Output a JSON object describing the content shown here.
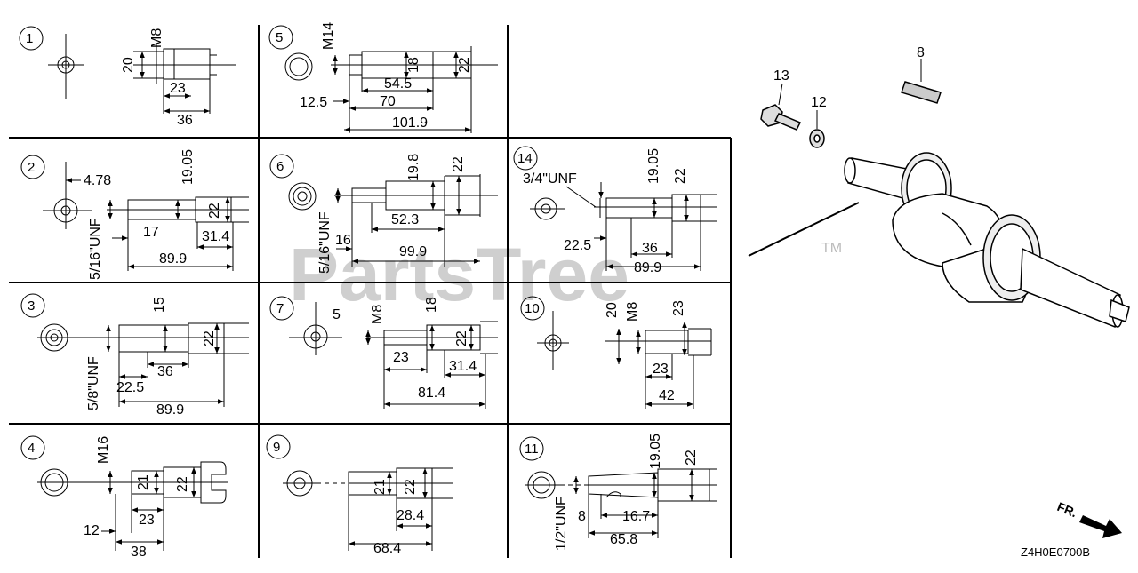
{
  "watermark": {
    "text": "PartsTree",
    "tm": "TM"
  },
  "diagram_code": "Z4H0E0700B",
  "front_indicator": "FR.",
  "callouts": {
    "p8": "8",
    "p12": "12",
    "p13": "13"
  },
  "panels": [
    {
      "id": "1",
      "dims": [
        "M8",
        "20",
        "23",
        "36"
      ]
    },
    {
      "id": "5",
      "dims": [
        "M14",
        "18",
        "22",
        "54.5",
        "12.5",
        "70",
        "101.9"
      ]
    },
    {
      "id": "2",
      "dims": [
        "4.78",
        "19.05",
        "22",
        "17",
        "31.4",
        "89.9",
        "5/16\"UNF"
      ]
    },
    {
      "id": "6",
      "dims": [
        "19.8",
        "22",
        "52.3",
        "16",
        "99.9",
        "5/16\"UNF"
      ]
    },
    {
      "id": "14",
      "dims": [
        "3/4\"UNF",
        "19.05",
        "22",
        "22.5",
        "36",
        "89.9"
      ]
    },
    {
      "id": "3",
      "dims": [
        "15",
        "22",
        "36",
        "22.5",
        "89.9",
        "5/8\"UNF"
      ]
    },
    {
      "id": "7",
      "dims": [
        "5",
        "M8",
        "18",
        "22",
        "23",
        "31.4",
        "81.4"
      ]
    },
    {
      "id": "10",
      "dims": [
        "20",
        "M8",
        "23",
        "23",
        "42"
      ]
    },
    {
      "id": "4",
      "dims": [
        "M16",
        "21",
        "22",
        "23",
        "12",
        "38"
      ]
    },
    {
      "id": "9",
      "dims": [
        "21",
        "22",
        "28.4",
        "68.4"
      ]
    },
    {
      "id": "11",
      "dims": [
        "19.05",
        "22",
        "8",
        "16.7",
        "65.8",
        "1/2\"UNF"
      ]
    }
  ]
}
